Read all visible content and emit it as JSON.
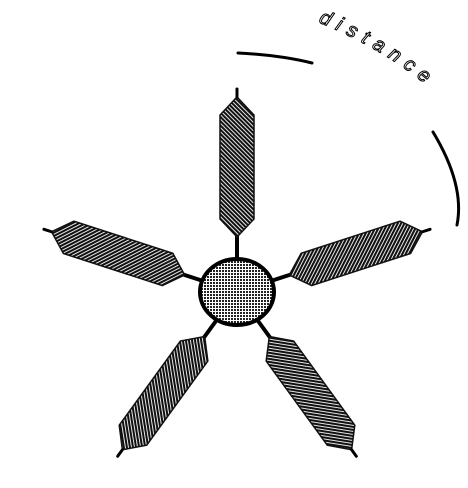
{
  "diagram": {
    "arm_count": 5,
    "arc_label": "distance",
    "colors": {
      "background": "#ffffff",
      "ink": "#000000",
      "arm_fill": "#3a3a3a",
      "hub_fill": "#8c8c8c"
    },
    "fills": {
      "arms": "diagonal-hatch",
      "hub": "dotted"
    }
  }
}
